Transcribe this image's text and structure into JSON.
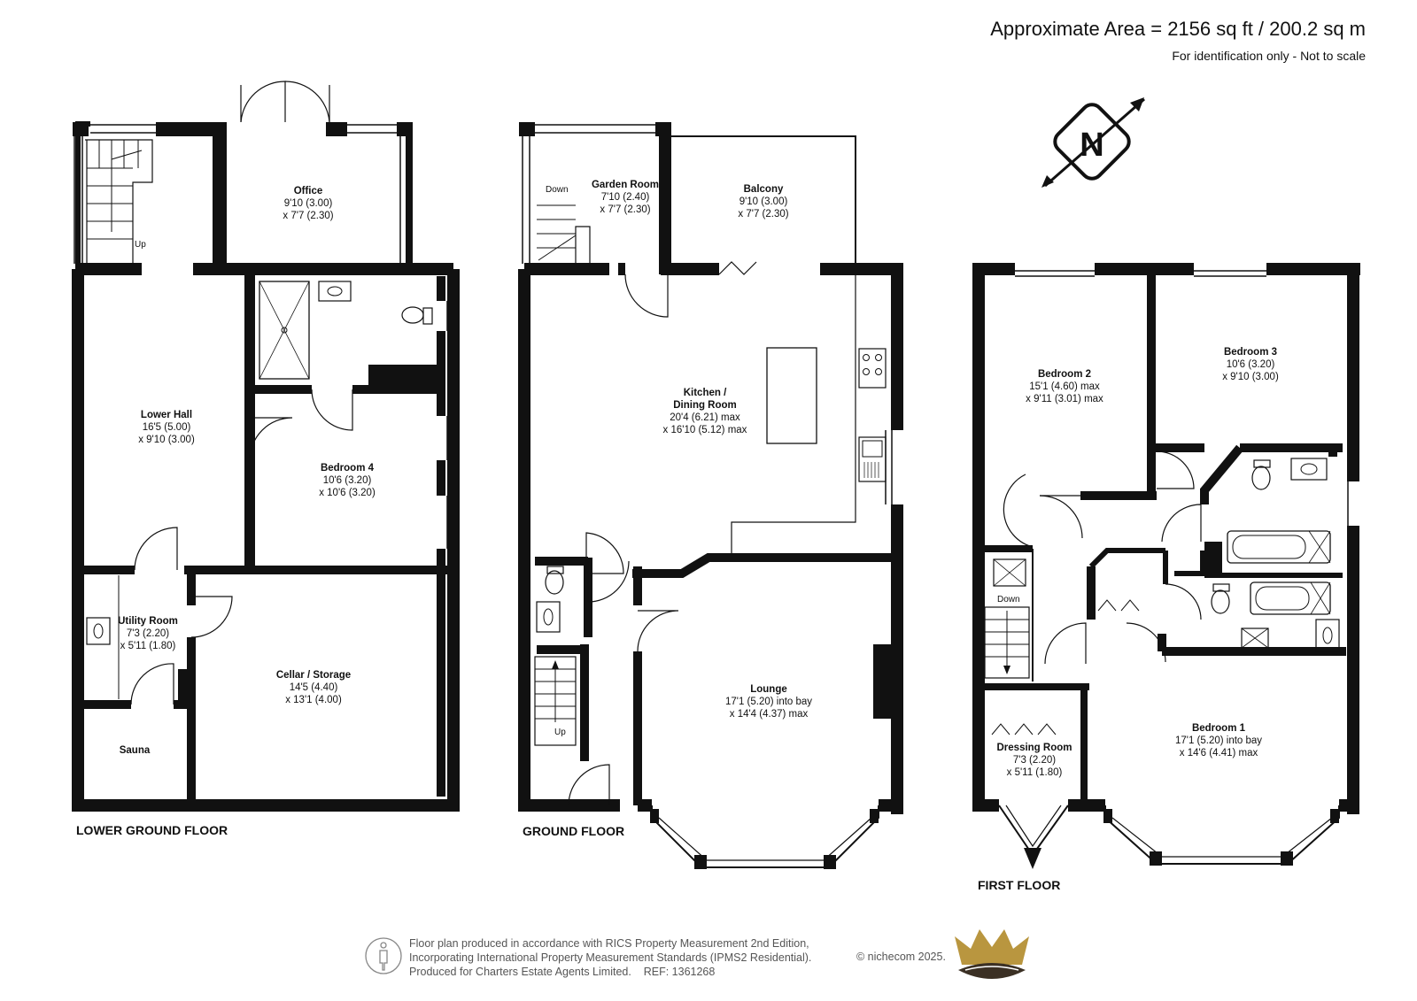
{
  "header": {
    "title": "Approximate Area = 2156 sq ft / 200.2 sq m",
    "subtitle": "For identification only - Not to scale"
  },
  "compass": {
    "letter": "N",
    "icon": "north-compass-icon"
  },
  "floors": {
    "lower_ground": {
      "label": "LOWER GROUND FLOOR",
      "rooms": {
        "office": {
          "name": "Office",
          "dims": [
            "9'10 (3.00)",
            "x 7'7 (2.30)"
          ]
        },
        "lower_hall": {
          "name": "Lower Hall",
          "dims": [
            "16'5 (5.00)",
            "x 9'10 (3.00)"
          ]
        },
        "bedroom4": {
          "name": "Bedroom 4",
          "dims": [
            "10'6 (3.20)",
            "x 10'6 (3.20)"
          ]
        },
        "utility": {
          "name": "Utility Room",
          "dims": [
            "7'3 (2.20)",
            "x 5'11 (1.80)"
          ]
        },
        "cellar": {
          "name": "Cellar / Storage",
          "dims": [
            "14'5 (4.40)",
            "x 13'1 (4.00)"
          ]
        },
        "sauna": {
          "name": "Sauna"
        }
      },
      "stairs_label": "Up"
    },
    "ground": {
      "label": "GROUND FLOOR",
      "rooms": {
        "garden": {
          "name": "Garden Room",
          "dims": [
            "7'10 (2.40)",
            "x 7'7 (2.30)"
          ]
        },
        "balcony": {
          "name": "Balcony",
          "dims": [
            "9'10 (3.00)",
            "x 7'7 (2.30)"
          ]
        },
        "kitchen": {
          "name_lines": [
            "Kitchen /",
            "Dining Room"
          ],
          "dims": [
            "20'4 (6.21) max",
            "x 16'10 (5.12) max"
          ]
        },
        "lounge": {
          "name": "Lounge",
          "dims": [
            "17'1 (5.20) into bay",
            "x 14'4 (4.37) max"
          ]
        }
      },
      "stairs_down": "Down",
      "stairs_up": "Up"
    },
    "first": {
      "label": "FIRST FLOOR",
      "rooms": {
        "bedroom2": {
          "name": "Bedroom 2",
          "dims": [
            "15'1 (4.60) max",
            "x 9'11 (3.01) max"
          ]
        },
        "bedroom3": {
          "name": "Bedroom 3",
          "dims": [
            "10'6 (3.20)",
            "x 9'10 (3.00)"
          ]
        },
        "bedroom1": {
          "name": "Bedroom 1",
          "dims": [
            "17'1 (5.20) into bay",
            "x 14'6 (4.41) max"
          ]
        },
        "dressing": {
          "name": "Dressing Room",
          "dims": [
            "7'3 (2.20)",
            "x 5'11 (1.80)"
          ]
        }
      },
      "stairs_down": "Down"
    }
  },
  "footer": {
    "lines": [
      "Floor plan produced in accordance with RICS Property Measurement 2nd Edition,",
      "Incorporating International Property Measurement Standards (IPMS2 Residential).",
      "Produced for Charters Estate Agents Limited.    REF: 1361268"
    ],
    "copyright": "© nichecom 2025.",
    "logo_icon": "crown-logo-icon",
    "person_icon": "person-icon"
  },
  "colors": {
    "wall": "#111111",
    "crown_gold": "#b9963f",
    "crown_dark": "#3b3024"
  }
}
